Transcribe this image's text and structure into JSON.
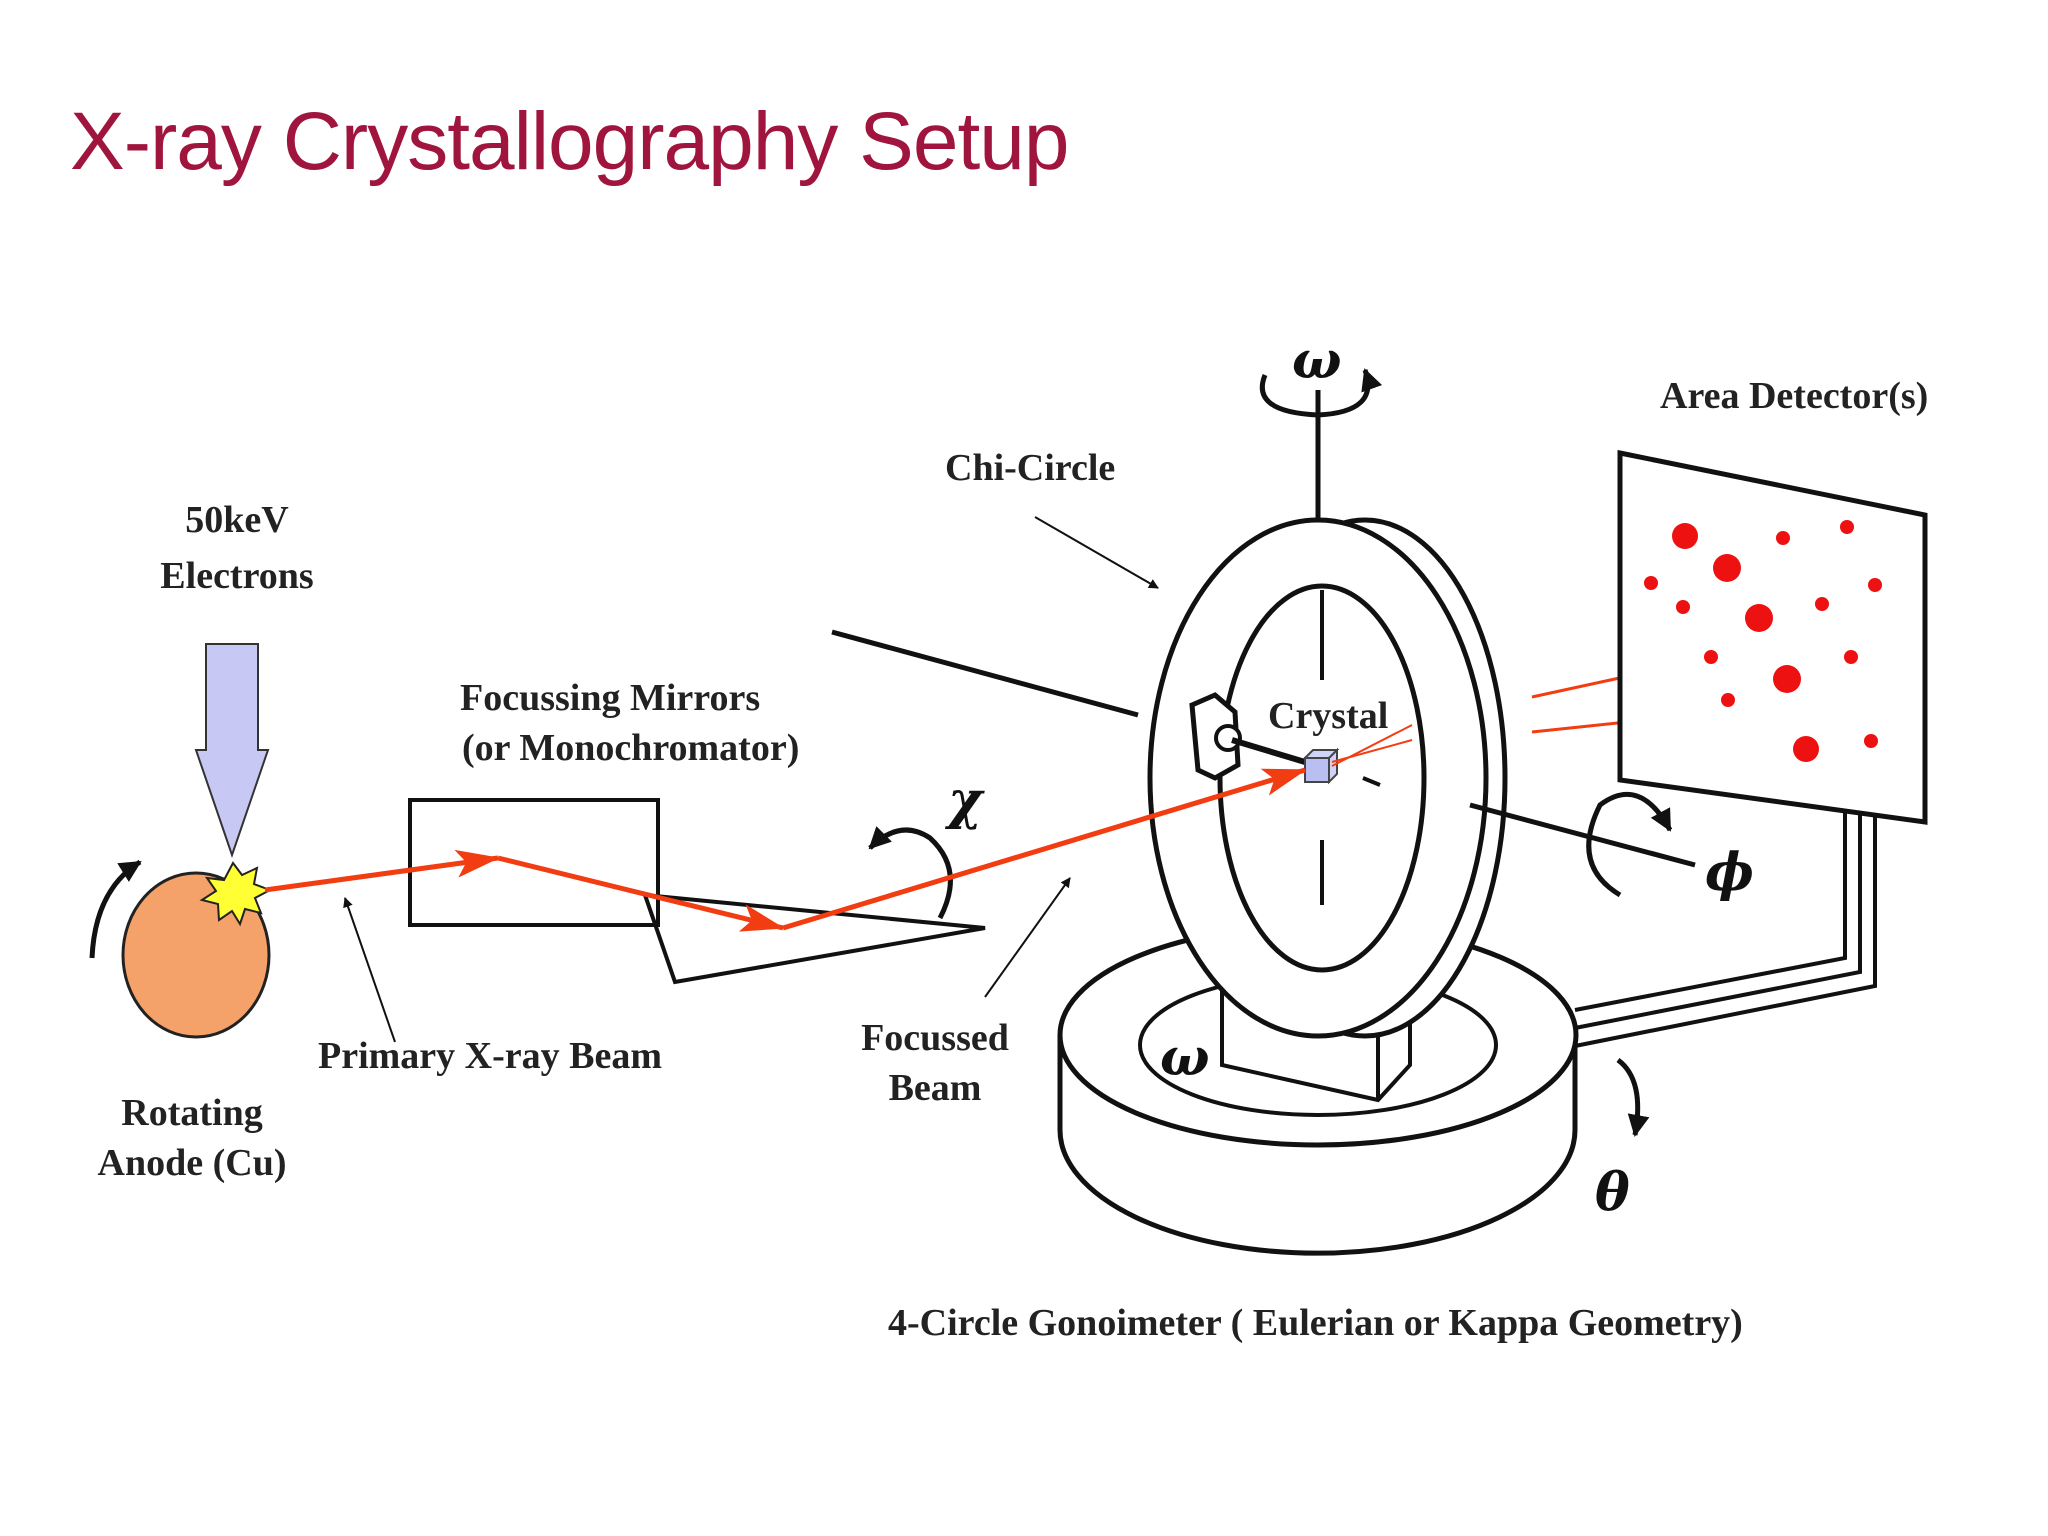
{
  "title": "X-ray Crystallography Setup",
  "colors": {
    "title": "#a0153e",
    "beam": "#f23c12",
    "anode": "#f4a26a",
    "spark": "#ffff33",
    "electron_arrow": "#c8c8f4",
    "spots": "#ee1111",
    "crystal": "#b9bff0"
  },
  "labels": {
    "electrons_line1": "50keV",
    "electrons_line2": "Electrons",
    "anode_line1": "Rotating",
    "anode_line2": "Anode (Cu)",
    "primary_beam": "Primary X-ray Beam",
    "mirrors_line1": "Focussing Mirrors",
    "mirrors_line2": "(or Monochromator)",
    "focussed_line1": "Focussed",
    "focussed_line2": "Beam",
    "chi_circle": "Chi-Circle",
    "crystal": "Crystal",
    "detector": "Area Detector(s)",
    "goniometer": "4-Circle Gonoimeter ( Eulerian or Kappa Geometry)"
  },
  "symbols": {
    "omega_top": "ω",
    "omega_base": "ω",
    "chi": "χ",
    "phi": "ϕ",
    "theta": "θ"
  }
}
